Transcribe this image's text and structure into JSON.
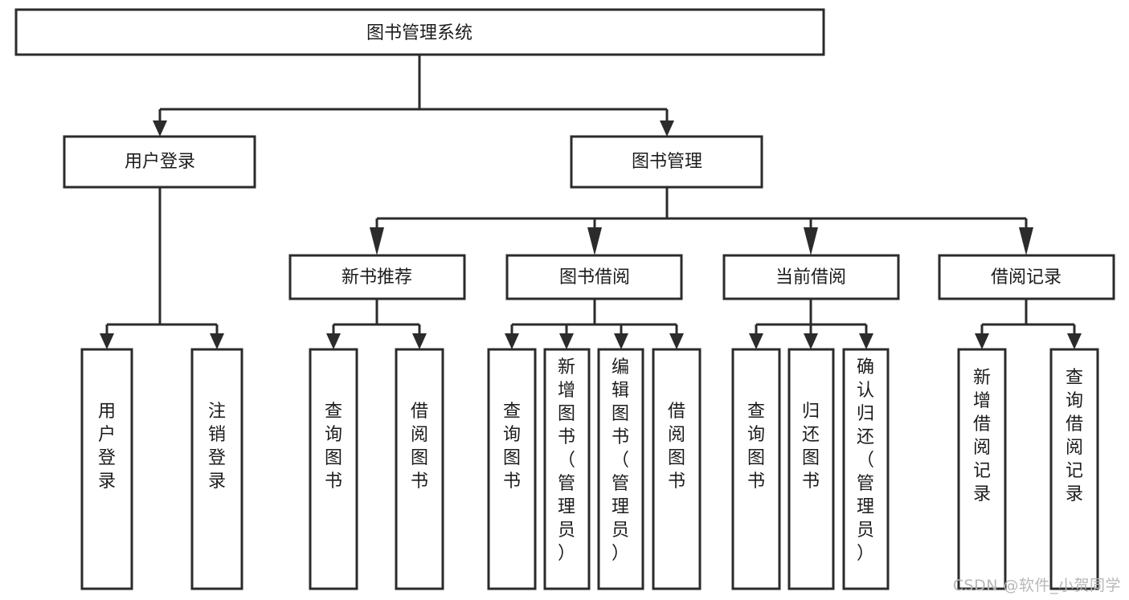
{
  "diagram": {
    "title": "图书管理系统",
    "type": "tree-hierarchy-diagram",
    "orientation": "top-down",
    "colors": {
      "box_stroke": "#2b2b2b",
      "box_fill": "#ffffff",
      "text": "#1c1c1c",
      "connector": "#2b2b2b",
      "watermark": "#b7b7b7",
      "background": "#ffffff"
    }
  },
  "root": {
    "id": "root",
    "label": "图书管理系统"
  },
  "level2": [
    {
      "id": "user-login",
      "label": "用户登录"
    },
    {
      "id": "book-manage",
      "label": "图书管理"
    }
  ],
  "level3": [
    {
      "id": "new-book-recommend",
      "label": "新书推荐",
      "parent": "book-manage"
    },
    {
      "id": "book-borrow",
      "label": "图书借阅",
      "parent": "book-manage"
    },
    {
      "id": "current-borrow",
      "label": "当前借阅",
      "parent": "book-manage"
    },
    {
      "id": "borrow-record",
      "label": "借阅记录",
      "parent": "book-manage"
    }
  ],
  "leaves": {
    "user-login": [
      {
        "id": "leaf-user-login",
        "label": "用户登录"
      },
      {
        "id": "leaf-user-logout",
        "label": "注销登录"
      }
    ],
    "new-book-recommend": [
      {
        "id": "leaf-query-book-1",
        "label": "查询图书"
      },
      {
        "id": "leaf-borrow-book-1",
        "label": "借阅图书"
      }
    ],
    "book-borrow": [
      {
        "id": "leaf-query-book-2",
        "label": "查询图书"
      },
      {
        "id": "leaf-add-book",
        "label": "新增图书（管理员）"
      },
      {
        "id": "leaf-edit-book",
        "label": "编辑图书（管理员）"
      },
      {
        "id": "leaf-borrow-book-2",
        "label": "借阅图书"
      }
    ],
    "current-borrow": [
      {
        "id": "leaf-query-book-3",
        "label": "查询图书"
      },
      {
        "id": "leaf-return-book",
        "label": "归还图书"
      },
      {
        "id": "leaf-confirm-return",
        "label": "确认归还（管理员）"
      }
    ],
    "borrow-record": [
      {
        "id": "leaf-add-record",
        "label": "新增借阅记录"
      },
      {
        "id": "leaf-query-record",
        "label": "查询借阅记录"
      }
    ]
  },
  "watermark": {
    "text": "CSDN @软件_小贺同学"
  }
}
